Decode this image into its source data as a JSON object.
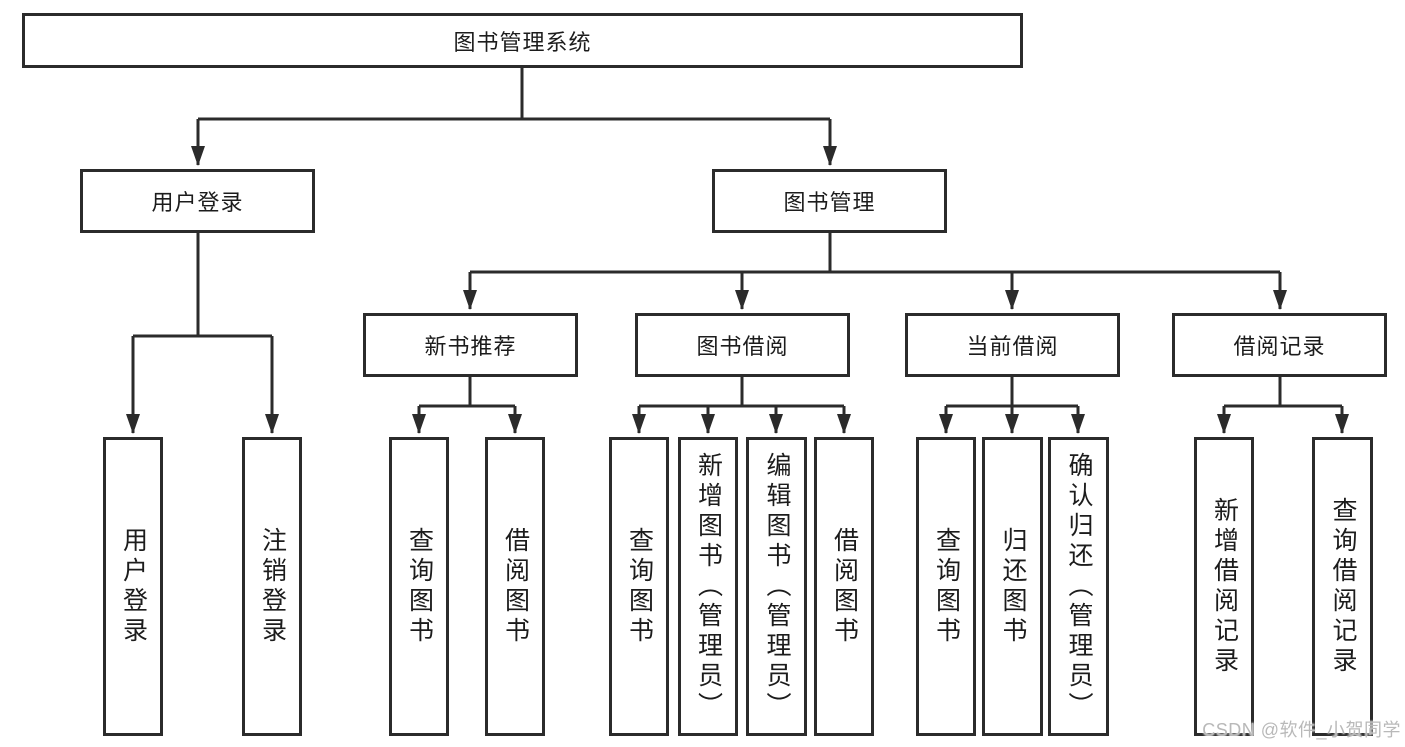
{
  "diagram": {
    "root": {
      "label": "图书管理系统"
    },
    "level2": [
      {
        "id": "user-login",
        "label": "用户登录"
      },
      {
        "id": "book-management",
        "label": "图书管理"
      }
    ],
    "level3": [
      {
        "id": "new-book-recommend",
        "parent": "book-management",
        "label": "新书推荐"
      },
      {
        "id": "book-borrow",
        "parent": "book-management",
        "label": "图书借阅"
      },
      {
        "id": "current-borrow",
        "parent": "book-management",
        "label": "当前借阅"
      },
      {
        "id": "borrow-records",
        "parent": "book-management",
        "label": "借阅记录"
      }
    ],
    "leaves": [
      {
        "parent": "user-login",
        "label": "用户登录"
      },
      {
        "parent": "user-login",
        "label": "注销登录"
      },
      {
        "parent": "new-book-recommend",
        "label": "查询图书"
      },
      {
        "parent": "new-book-recommend",
        "label": "借阅图书"
      },
      {
        "parent": "book-borrow",
        "label": "查询图书"
      },
      {
        "parent": "book-borrow",
        "label": "新增图书（管理员）"
      },
      {
        "parent": "book-borrow",
        "label": "编辑图书（管理员）"
      },
      {
        "parent": "book-borrow",
        "label": "借阅图书"
      },
      {
        "parent": "current-borrow",
        "label": "查询图书"
      },
      {
        "parent": "current-borrow",
        "label": "归还图书"
      },
      {
        "parent": "current-borrow",
        "label": "确认归还（管理员）"
      },
      {
        "parent": "borrow-records",
        "label": "新增借阅记录"
      },
      {
        "parent": "borrow-records",
        "label": "查询借阅记录"
      }
    ],
    "watermark": "CSDN @软件_小贺同学",
    "colors": {
      "line": "#2b2b2b",
      "box_border": "#2b2b2b",
      "text": "#1c1c1c",
      "watermark": "#b9b9b9",
      "background": "#ffffff"
    }
  }
}
